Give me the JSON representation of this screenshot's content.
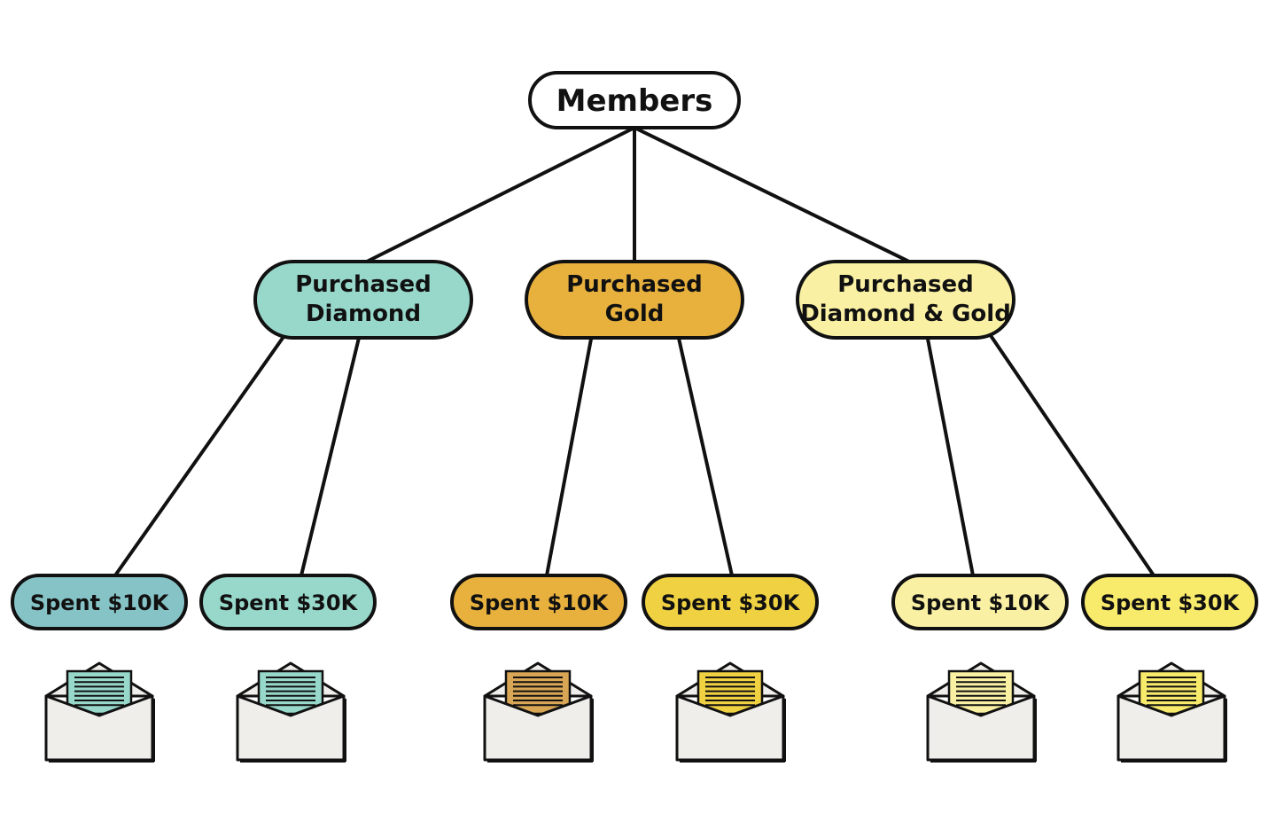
{
  "root": {
    "label": "Members"
  },
  "segments": [
    {
      "label_lines": [
        "Purchased",
        "Diamond"
      ],
      "color": "#97d8cb",
      "children": [
        {
          "label": "Spent $10K",
          "color": "#86c3c6",
          "letter_color": "#97d8cb",
          "icon": "envelope-icon"
        },
        {
          "label": "Spent $30K",
          "color": "#97d8cb",
          "letter_color": "#97d8cb",
          "icon": "envelope-icon"
        }
      ]
    },
    {
      "label_lines": [
        "Purchased",
        "Gold"
      ],
      "color": "#e8b13e",
      "children": [
        {
          "label": "Spent $10K",
          "color": "#e8b13e",
          "letter_color": "#d8a655",
          "icon": "envelope-icon"
        },
        {
          "label": "Spent $30K",
          "color": "#efd142",
          "letter_color": "#efd142",
          "icon": "envelope-icon"
        }
      ]
    },
    {
      "label_lines": [
        "Purchased",
        "Diamond & Gold"
      ],
      "color": "#f9f0a3",
      "children": [
        {
          "label": "Spent $10K",
          "color": "#f9f0a3",
          "letter_color": "#f9f0a3",
          "icon": "envelope-icon"
        },
        {
          "label": "Spent $30K",
          "color": "#f8ea6b",
          "letter_color": "#f8ea6b",
          "icon": "envelope-icon"
        }
      ]
    }
  ],
  "colors": {
    "stroke": "#111111",
    "envelope_fill": "#f0eeea",
    "root_fill": "#ffffff"
  }
}
